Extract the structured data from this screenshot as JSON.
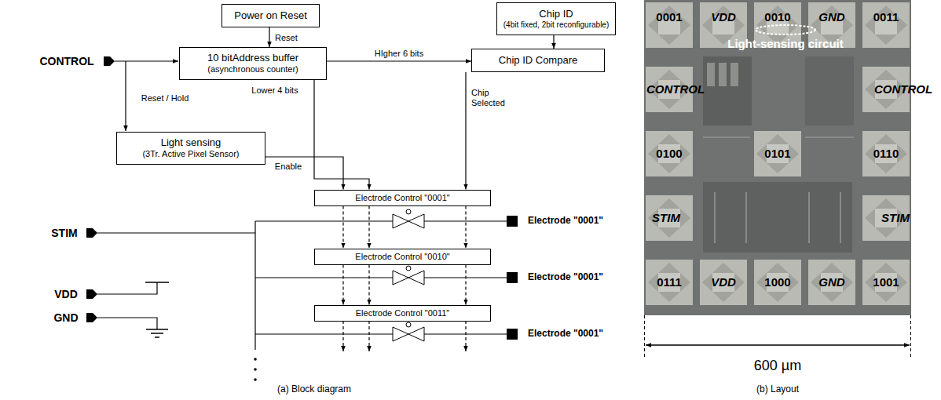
{
  "diagram": {
    "nodes": [
      {
        "text": [
          "Power on Reset"
        ]
      },
      {
        "text": [
          "Chip ID",
          "(4bit fixed, 2bit reconfigurable)"
        ]
      },
      {
        "text": [
          "10 bitAddress buffer",
          "(asynchronous counter)"
        ]
      },
      {
        "text": [
          "Chip ID Compare"
        ]
      },
      {
        "text": [
          "Light sensing",
          "(3Tr. Active Pixel Sensor)"
        ]
      },
      {
        "text": [
          "Electrode Control \"0001\""
        ]
      },
      {
        "text": [
          "Electrode Control \"0010\""
        ]
      },
      {
        "text": [
          "Electrode Control \"0011\""
        ]
      }
    ],
    "edges": [
      {
        "from": 0,
        "to": 2,
        "arrow": "to",
        "label": "Reset"
      },
      {
        "from": 2,
        "to": 3,
        "arrow": "to",
        "label": "HIgher 6 bits"
      },
      {
        "from": 1,
        "to": 3,
        "arrow": "to"
      },
      {
        "from": 4,
        "to": 5,
        "arrow": "to",
        "label": "Enable"
      },
      {
        "from": 2,
        "to": 5,
        "arrow": "to",
        "label": "Lower 4 bits"
      },
      {
        "from": 3,
        "to": 5,
        "arrow": "to",
        "label": "Chip Selected"
      },
      {
        "from": 5,
        "to": 6,
        "arrow": "to"
      },
      {
        "from": 5,
        "to": 6,
        "arrow": "to"
      },
      {
        "from": 5,
        "to": 6,
        "arrow": "to"
      },
      {
        "from": 6,
        "to": 7,
        "arrow": "to"
      },
      {
        "from": 6,
        "to": 7,
        "arrow": "to"
      },
      {
        "from": 6,
        "to": 7,
        "arrow": "to"
      }
    ],
    "labels": [
      "CONTROL",
      "Reset / Hold",
      "STIM",
      "VDD",
      "GND",
      "Electrode \"0001\"",
      "Electrode \"0001\"",
      "Electrode \"0001\"",
      "(a) Block diagram",
      "0001",
      "VDD",
      "0010",
      "GND",
      "0011",
      "Light-sensing circuit",
      "CONTROL",
      "CONTROL",
      "0100",
      "0101",
      "0110",
      "STIM",
      "STIM",
      "0111",
      "VDD",
      "1000",
      "GND",
      "1001",
      "600 µm",
      "(b) Layout"
    ]
  }
}
